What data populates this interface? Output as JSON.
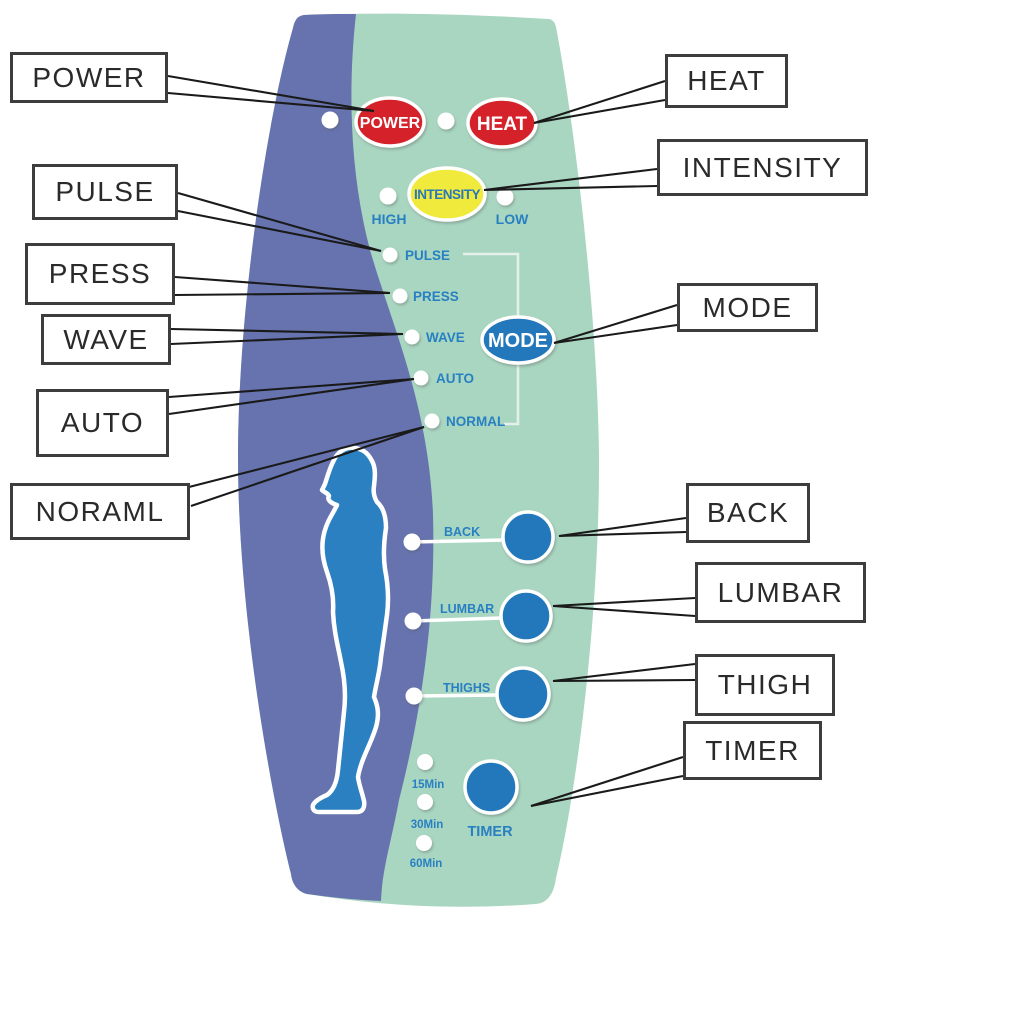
{
  "device": {
    "power_button": "POWER",
    "heat_button": "HEAT",
    "intensity_button": "INTENSITY",
    "mode_button": "MODE",
    "intensity_high": "HIGH",
    "intensity_low": "LOW",
    "modes": [
      "PULSE",
      "PRESS",
      "WAVE",
      "AUTO",
      "NORMAL"
    ],
    "zones": [
      "BACK",
      "LUMBAR",
      "THIGHS"
    ],
    "timer_options": [
      "15Min",
      "30Min",
      "60Min"
    ],
    "timer_label": "TIMER"
  },
  "callouts": {
    "power": "POWER",
    "heat": "HEAT",
    "intensity": "INTENSITY",
    "pulse": "PULSE",
    "press": "PRESS",
    "wave": "WAVE",
    "auto": "AUTO",
    "normal": "NORAML",
    "mode": "MODE",
    "back": "BACK",
    "lumbar": "LUMBAR",
    "thigh": "THIGH",
    "timer": "TIMER"
  },
  "colors": {
    "panel_blue": "#6673ae",
    "panel_green": "#a9d6c1",
    "figure_blue": "#2a80c0",
    "button_red": "#d5242b",
    "button_yellow": "#efea3b",
    "button_blue": "#2078ba",
    "label_blue": "#2880c2",
    "callout_border": "#3d3d3d"
  }
}
